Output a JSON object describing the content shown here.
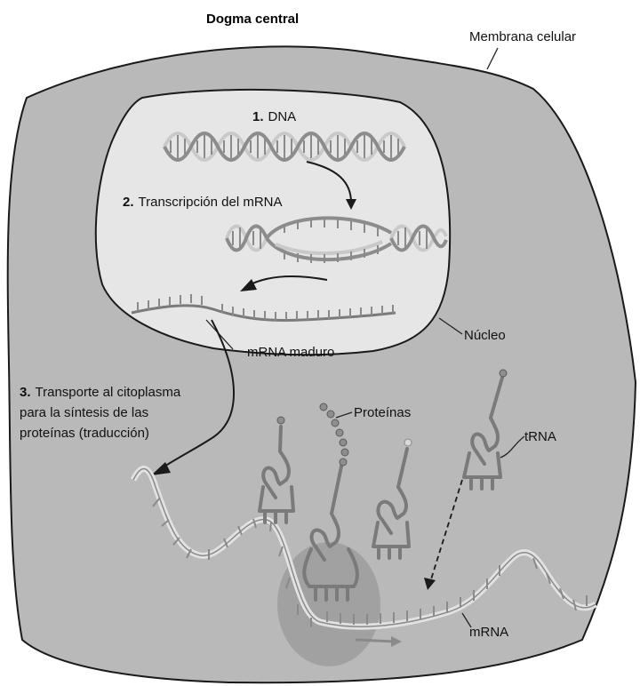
{
  "diagram": {
    "title": "Dogma central",
    "membrane_label": "Membrana celular",
    "nucleus_label": "Núcleo",
    "step1_num": "1.",
    "step1_text": "DNA",
    "step2_num": "2.",
    "step2_text": "Transcripción del mRNA",
    "mature_mrna_label": "mRNA maduro",
    "step3_num": "3.",
    "step3_line1": "Transporte al citoplasma",
    "step3_line2": "para la síntesis de las",
    "step3_line3": "proteínas (traducción)",
    "proteins_label": "Proteínas",
    "trna_label": "tRNA",
    "mrna_label": "mRNA",
    "colors": {
      "cytoplasm": "#b8b8b8",
      "nucleus": "#e4e4e4",
      "ribosome": "#9a9a9a",
      "strand": "#8c8c8c"
    }
  }
}
